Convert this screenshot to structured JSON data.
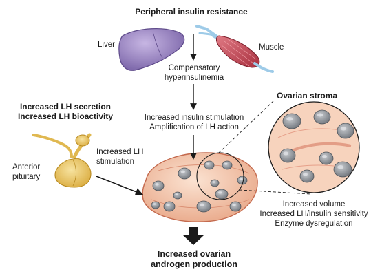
{
  "title": "Peripheral insulin resistance",
  "organs": {
    "liver": "Liver",
    "muscle": "Muscle"
  },
  "steps": {
    "compensatory": [
      "Compensatory",
      "hyperinsulinemia"
    ],
    "stimulation": [
      "Increased insulin stimulation",
      "Amplification of LH action"
    ]
  },
  "pituitary": {
    "header": [
      "Increased LH secretion",
      "Increased LH bioactivity"
    ],
    "label": [
      "Anterior",
      "pituitary"
    ],
    "arrow_label": [
      "Increased LH",
      "stimulation"
    ]
  },
  "stroma": {
    "title": "Ovarian stroma",
    "effects": [
      "Increased volume",
      "Increased LH/insulin sensitivity",
      "Enzyme dysregulation"
    ]
  },
  "outcome": [
    "Increased ovarian",
    "androgen production"
  ],
  "colors": {
    "liver": "#8e7ab8",
    "muscle": "#c4475a",
    "pituitary": "#e8c25a",
    "ovary": "#f2c4a8",
    "follicle": "#8a8f96",
    "arrow": "#1a1a1a"
  }
}
